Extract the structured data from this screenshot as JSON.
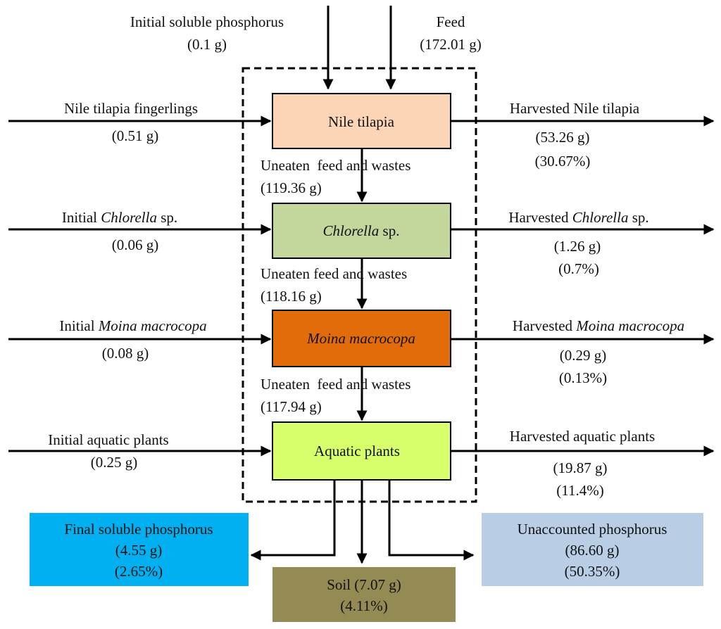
{
  "colors": {
    "tilapia": "#FBD5B5",
    "chlorella": "#C3D69B",
    "moina": "#E36C0A",
    "plants": "#D7FF6B",
    "final_soluble": "#00B0F0",
    "unaccounted": "#B9CDE5",
    "soil": "#948A54"
  },
  "inputs_top": {
    "soluble_label": "Initial soluble phosphorus",
    "soluble_value": "(0.1 g)",
    "feed_label": "Feed",
    "feed_value": "(172.01 g)"
  },
  "stages": {
    "tilapia": {
      "name": "Nile tilapia",
      "input_label": "Nile tilapia fingerlings",
      "input_value": "(0.51 g)",
      "output_label": "Harvested Nile tilapia",
      "output_value": "(53.26 g)",
      "output_percent": "(30.67%)"
    },
    "chlorella": {
      "name_italic": "Chlorella",
      "name_rest": " sp.",
      "input_prefix": "Initial ",
      "input_italic": "Chlorella",
      "input_suffix": " sp.",
      "input_value": "(0.06 g)",
      "output_prefix": "Harvested ",
      "output_italic": "Chlorella",
      "output_suffix": " sp.",
      "output_value": "(1.26 g)",
      "output_percent": "(0.7%)"
    },
    "moina": {
      "name_italic": "Moina macrocopa",
      "input_prefix": "Initial ",
      "input_italic": "Moina macrocopa",
      "input_value": "(0.08 g)",
      "output_prefix": "Harvested ",
      "output_italic": "Moina macrocopa",
      "output_value": "(0.29 g)",
      "output_percent": "(0.13%)"
    },
    "plants": {
      "name": "Aquatic plants",
      "input_label": "Initial aquatic plants",
      "input_value": "(0.25 g)",
      "output_label": "Harvested aquatic plants",
      "output_value": "(19.87 g)",
      "output_percent": "(11.4%)"
    }
  },
  "flows": {
    "flow1_label": "Uneaten  feed and wastes",
    "flow1_value": "(119.36 g)",
    "flow2_label": "Uneaten feed and wastes",
    "flow2_value": "(118.16 g)",
    "flow3_label": "Uneaten  feed and wastes",
    "flow3_value": "(117.94 g)"
  },
  "outputs_bottom": {
    "final_label": "Final soluble phosphorus",
    "final_value": "(4.55 g)",
    "final_percent": "(2.65%)",
    "soil_label": "Soil (7.07 g)",
    "soil_percent": "(4.11%)",
    "unaccounted_label": "Unaccounted phosphorus",
    "unaccounted_value": "(86.60 g)",
    "unaccounted_percent": "(50.35%)"
  }
}
